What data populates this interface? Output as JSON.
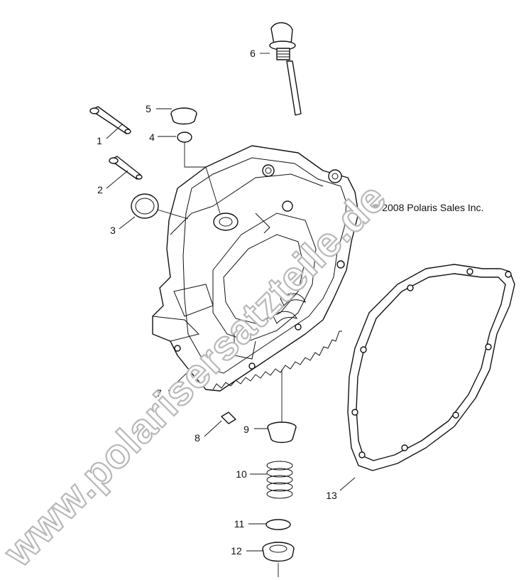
{
  "callouts": {
    "c1": "1",
    "c2": "2",
    "c3": "3",
    "c4": "4",
    "c5": "5",
    "c6": "6",
    "c7": "7",
    "c8": "8",
    "c9": "9",
    "c10": "10",
    "c11": "11",
    "c12": "12",
    "c13": "13"
  },
  "copyright": "© 2008 Polaris Sales Inc.",
  "watermark": "www.polarisersatzteile.de"
}
